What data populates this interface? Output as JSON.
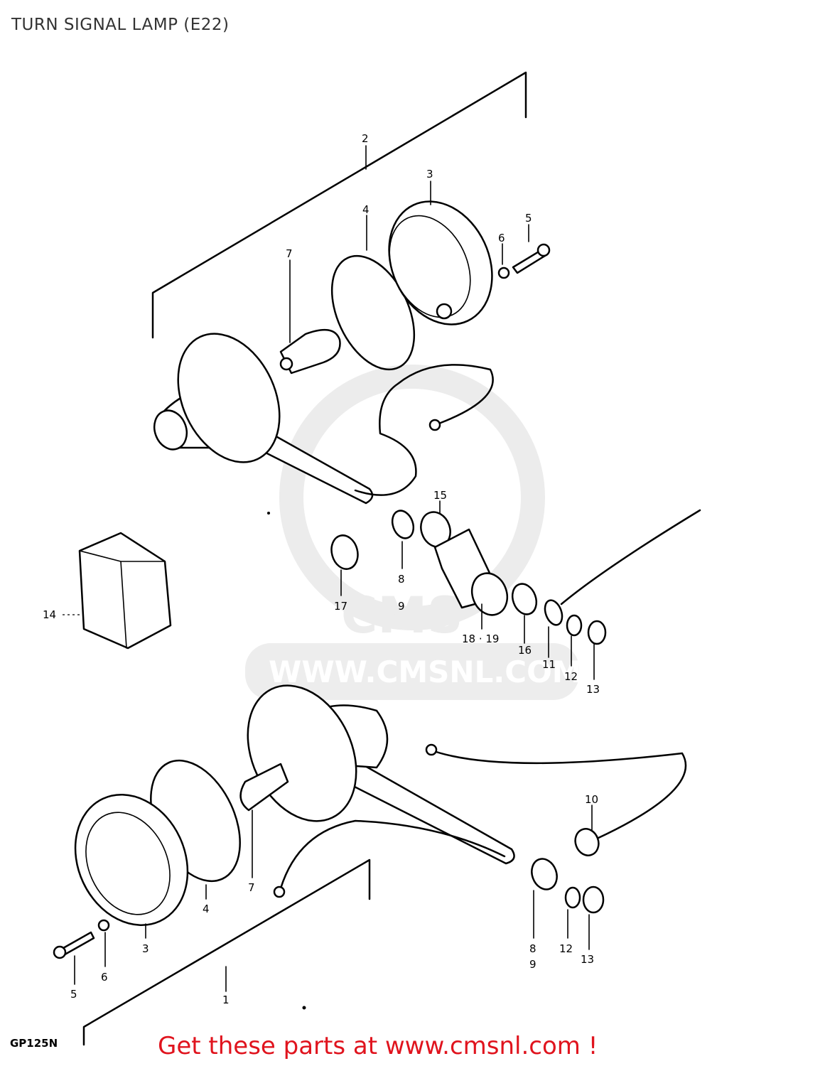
{
  "header": {
    "title": "TURN SIGNAL LAMP (E22)"
  },
  "watermark": {
    "logo_text": "CMS",
    "url_text": "WWW.CMSNL.COM"
  },
  "footer": {
    "cta": "Get these parts at www.cmsnl.com !"
  },
  "model_code": "GP125N",
  "callouts": {
    "c1": "1",
    "c2": "2",
    "c3a": "3",
    "c3b": "3",
    "c4a": "4",
    "c4b": "4",
    "c5a": "5",
    "c5b": "5",
    "c6a": "6",
    "c6b": "6",
    "c7a": "7",
    "c7b": "7",
    "c8a": "8",
    "c9a": "9",
    "c8b": "8",
    "c9b": "9",
    "c10": "10",
    "c11": "11",
    "c12a": "12",
    "c12b": "12",
    "c13a": "13",
    "c13b": "13",
    "c14": "14",
    "c15": "15",
    "c16": "16",
    "c17": "17",
    "c1819": "18 · 19"
  }
}
